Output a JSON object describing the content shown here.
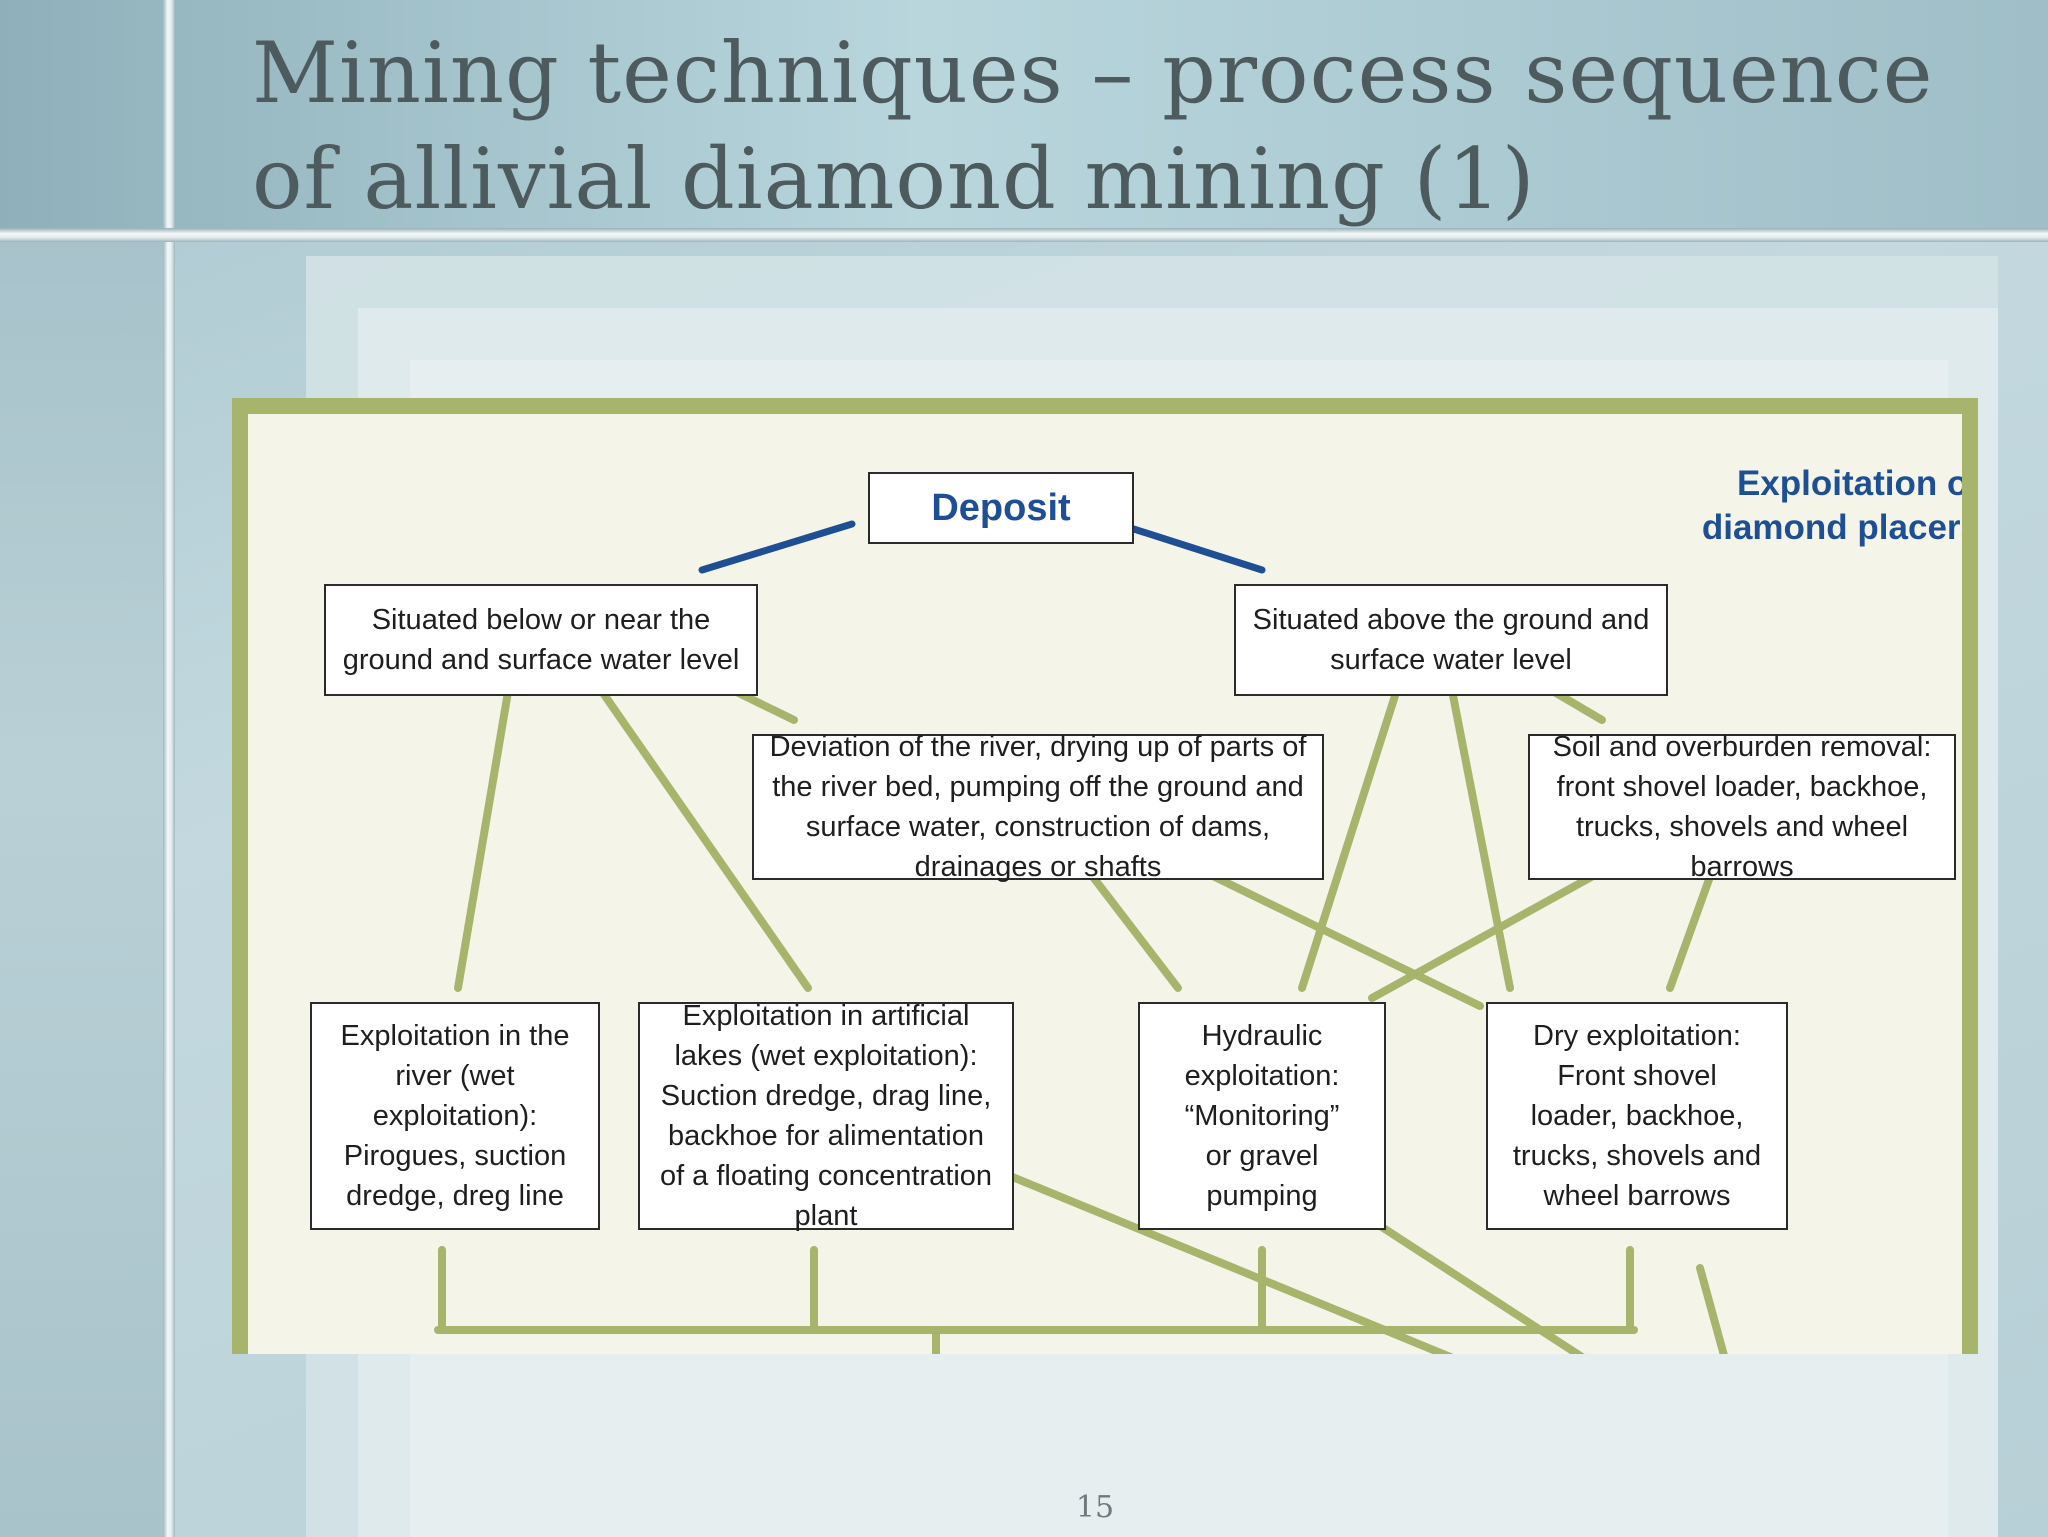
{
  "slide": {
    "title": "Mining techniques – process sequence of allivial diamond mining (1)",
    "page_number": "15"
  },
  "diagram": {
    "title": "Exploitation of diamond placers",
    "nodes": {
      "deposit": "Deposit",
      "below_ground": "Situated below or near the ground and surface water level",
      "above_ground": "Situated above the ground and surface water level",
      "river_deviation": "Deviation of the river, drying up of parts of the river bed, pumping off the ground and surface water, construction of dams, drainages or shafts",
      "soil_removal": "Soil and overburden removal: front shovel loader, backhoe, trucks, shovels and wheel barrows",
      "river_exploitation": "Exploitation in the river (wet exploitation): Pirogues, suction dredge, dreg line",
      "artificial_lakes": "Exploitation in artificial lakes (wet exploitation): Suction dredge, drag line, backhoe for alimentation of a floating concentration plant",
      "hydraulic": "Hydraulic exploitation: “Monitoring” or gravel pumping",
      "dry_exploitation": "Dry exploitation: Front shovel loader, backhoe, trucks, shovels and wheel barrows"
    },
    "colors": {
      "frame": "#a7b56c",
      "connector_green": "#a7b56c",
      "connector_blue": "#1e4f95",
      "accent_text": "#1e4f95",
      "background": "#f5f4e9"
    }
  }
}
